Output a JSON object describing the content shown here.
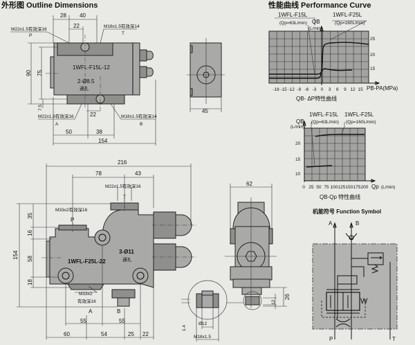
{
  "outline": {
    "title": "外形图   Outline Dimensions",
    "view1": {
      "model": "1WFL-F15L-12",
      "port_p_thread": "M22x1.5有效深16",
      "port_p": "P",
      "port_t_thread": "M18x1.5有效深14",
      "port_t": "T",
      "holes": "2-Ø8.5",
      "holes_note": "通孔",
      "port_a_thread": "M22x1.6有效深16",
      "port_a": "A",
      "port_b_thread": "M18x1.5有效深14",
      "port_b": "B",
      "dims": {
        "d28": "28",
        "d40": "40",
        "d22a": "22",
        "d90": "90",
        "d75": "75",
        "d7_5": "7.5",
        "d22b": "22",
        "d50": "50",
        "d38": "38",
        "d154": "154",
        "d45": "45"
      }
    },
    "view2": {
      "model": "1WFL-F25L-22",
      "port_t_thread": "M22x1.5有效深16",
      "port_t": "T",
      "port_p_thread": "M33x2有效深16",
      "port_p": "P",
      "holes": "3-Ø11",
      "holes_note": "通孔",
      "port_a_thread": "M33x2",
      "port_a_depth": "有效深16",
      "port_a": "A",
      "port_b": "B",
      "detail_dia": "Ø12",
      "detail_thread": "M18x1.5",
      "dims": {
        "d216": "216",
        "d78": "78",
        "d43": "43",
        "d154": "154",
        "d35": "35",
        "d16": "16",
        "d58": "58",
        "d18": "18",
        "d55a": "55",
        "d55b": "55",
        "d60": "60",
        "d54": "54",
        "d25": "25",
        "d22": "22",
        "d62": "62",
        "d26": "26",
        "d12": "12",
        "d1_4": "1.4"
      }
    }
  },
  "performance": {
    "title": "性能曲线   Performance Curve",
    "chart1": {
      "series": [
        {
          "name": "1WFL-F15L",
          "note": "(Qp=63L/min)"
        },
        {
          "name": "1WFL-F25L",
          "note": "(Qp=160L/min)"
        }
      ],
      "ylabel": "QB",
      "yunit": "(L/min)",
      "yticks": [
        "25",
        "20",
        "15"
      ],
      "xticks": [
        "-18",
        "-15",
        "-12",
        "-9",
        "-6",
        "-3",
        "0",
        "3",
        "6",
        "9",
        "12",
        "15"
      ],
      "xlabel": "PB-PA(MPa)",
      "caption": "QB- ΔP特性曲线"
    },
    "chart2": {
      "series": [
        {
          "name": "1WFL-F15L",
          "note": "(Qp=63L/min)"
        },
        {
          "name": "1WFL-F25L",
          "note": "(Qp=160L/min)"
        }
      ],
      "ylabel": "QB",
      "yunit": "(L/min)",
      "yticks": [
        "20",
        "15",
        "10"
      ],
      "xticks": [
        "0",
        "25",
        "50",
        "75",
        "100",
        "125",
        "150",
        "175",
        "200"
      ],
      "xlabel": "Qp",
      "xunit": "(L/min)",
      "caption": "QB-Qp 特性曲线"
    }
  },
  "symbol": {
    "title": "机能符号   Function Symbol",
    "ports": {
      "a": "A",
      "b": "B",
      "p": "P",
      "t": "T"
    },
    "spring": "W"
  }
}
